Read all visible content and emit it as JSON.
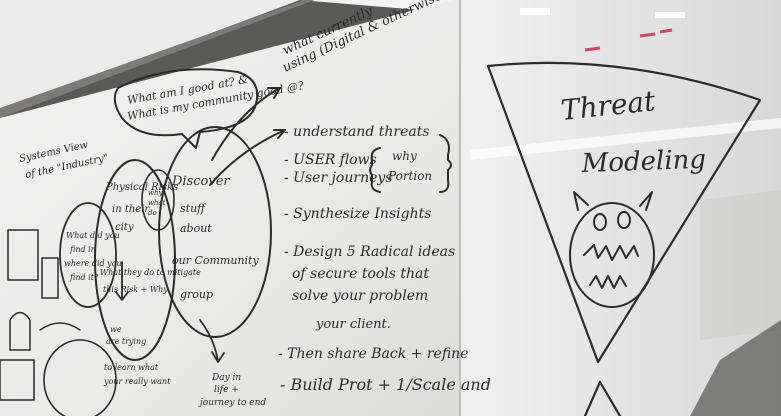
{
  "whiteboard": {
    "left_panel": {
      "bubble_top": [
        "What am I good at? &",
        "What is my community good @?"
      ],
      "currently_using": [
        "what currently",
        "using (Digital & otherwise)"
      ],
      "discover": "Discover",
      "discover_sub": [
        "stuff",
        "about",
        "our Community",
        "group"
      ],
      "physical_risks": [
        "Physical Risks",
        "in their",
        "city"
      ],
      "mitigate": [
        "What they do to mitigate",
        "this Risk + Why"
      ],
      "why_bubble": [
        "why",
        "what",
        "do"
      ],
      "left_bubble": [
        "What did you",
        "find in",
        "where did you",
        "find it?"
      ],
      "systems_view": [
        "Systems View",
        "of the \"Industry\""
      ],
      "bottom_left": [
        "we",
        "are trying",
        "to learn what",
        "your really want"
      ],
      "bottom_center": [
        "Day in",
        "life +",
        "journey to end"
      ],
      "list": [
        "- understand threats",
        "- USER flows",
        "- User journeys",
        "- Synthesize Insights",
        "- Design 5 Radical ideas",
        "of secure tools that",
        "solve your problem",
        "your client.",
        "- Then share Back + refine",
        "- Build Prot + 1/Scale and"
      ],
      "why_portion": [
        "why",
        "Portion"
      ]
    },
    "right_panel": {
      "title_line1": "Threat",
      "title_line2": "Modeling"
    }
  },
  "colors": {
    "board": "#ececec",
    "marker": "#2b2b2b",
    "ceiling": "#f4f4f4",
    "accent_red": "#d0455f"
  }
}
